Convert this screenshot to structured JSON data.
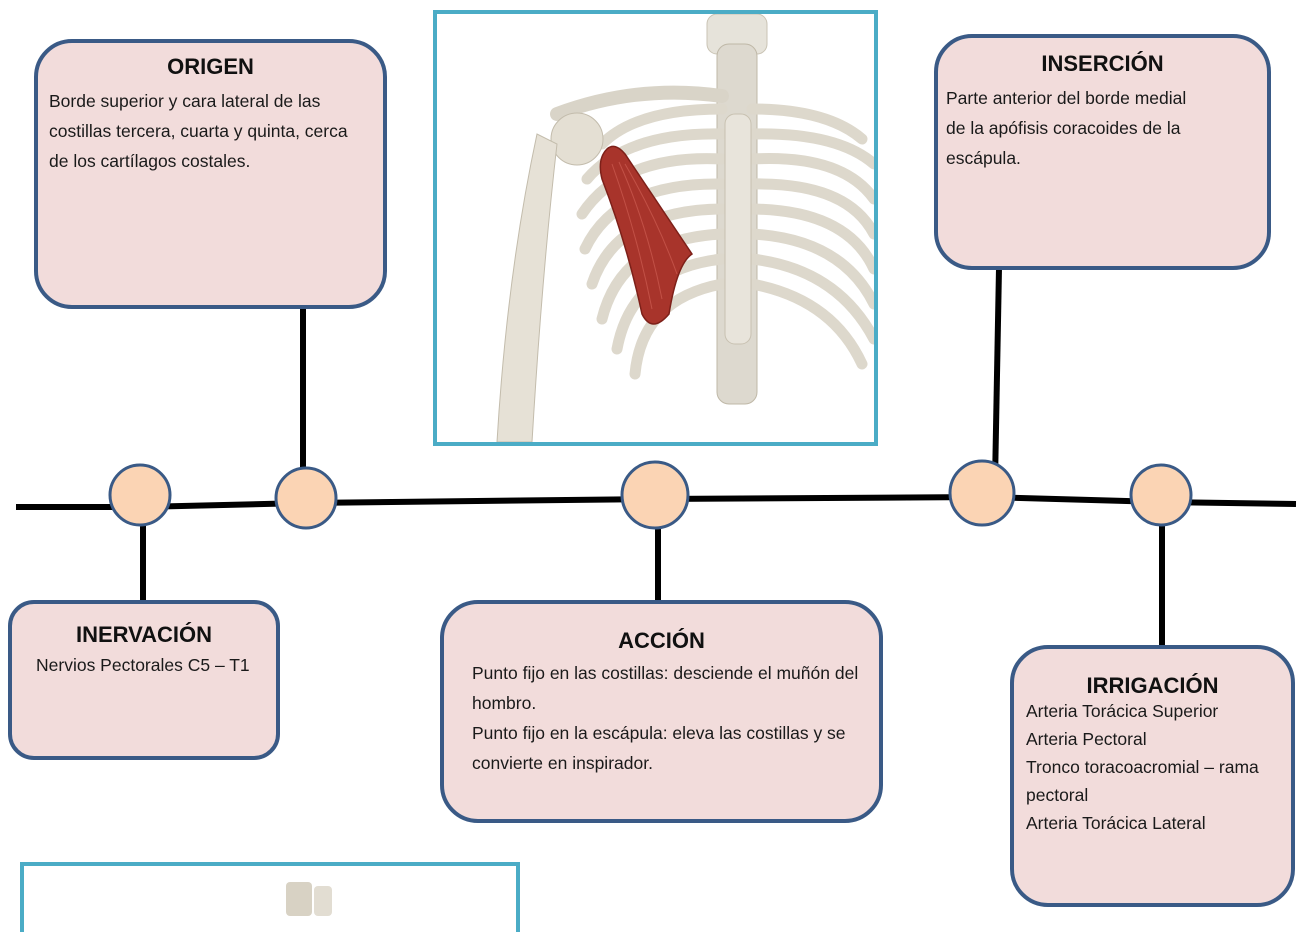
{
  "colors": {
    "box_fill": "#f2dcdb",
    "box_border": "#3a5a86",
    "node_fill": "#fbd4b4",
    "node_border": "#3a5a86",
    "frame_border": "#4bacc6",
    "line": "#000000"
  },
  "origen": {
    "title": "ORIGEN",
    "text": "Borde superior y cara lateral de las costillas tercera, cuarta y quinta, cerca de los cartílagos costales."
  },
  "insercion": {
    "title": "INSERCIÓN",
    "text": "Parte anterior del borde medial de la apófisis coracoides de la escápula."
  },
  "inervacion": {
    "title": "INERVACIÓN",
    "text": "Nervios Pectorales C5 – T1"
  },
  "accion": {
    "title": "ACCIÓN",
    "line1": "Punto fijo en las costillas: desciende el muñón del hombro.",
    "line2": "Punto fijo en la escápula: eleva las costillas y se convierte en inspirador."
  },
  "irrigacion": {
    "title": "IRRIGACIÓN",
    "items": [
      "Arteria Torácica Superior",
      "Arteria Pectoral",
      "Tronco toracoacromial – rama pectoral",
      "Arteria Torácica Lateral"
    ]
  },
  "images": {
    "main": "illustration-thorax-pectoralis-minor",
    "secondary": "illustration-partial"
  }
}
